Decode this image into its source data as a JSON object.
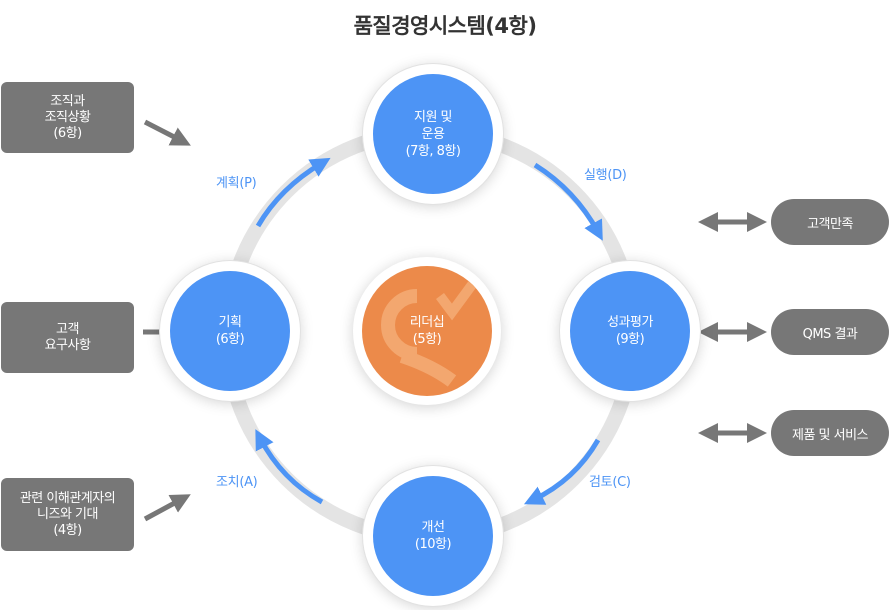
{
  "title": "품질경영시스템(4항)",
  "center": {
    "label": "리더십\n(5항)"
  },
  "nodes": {
    "top": "지원 및\n운용\n(7항, 8항)",
    "right": "성과평가\n(9항)",
    "bottom": "개선\n(10항)",
    "left": "기획\n(6항)"
  },
  "phases": {
    "plan": "계획(P)",
    "do": "실행(D)",
    "check": "검토(C)",
    "act": "조치(A)"
  },
  "inputs": {
    "context": "조직과\n조직상황\n(6항)",
    "requirements": "고객\n요구사항",
    "needs": "관련 이해관계자의\n니즈와 기대\n(4항)"
  },
  "outputs": {
    "satisfaction": "고객만족",
    "qms_results": "QMS 결과",
    "products": "제품 및 서비스"
  },
  "colors": {
    "node_blue": "#4d94f5",
    "center_orange": "#ec8a4a",
    "box_gray": "#777777",
    "ring_gray": "#e4e4e4",
    "arrow_blue": "#4d94f5",
    "title_text": "#333333"
  }
}
